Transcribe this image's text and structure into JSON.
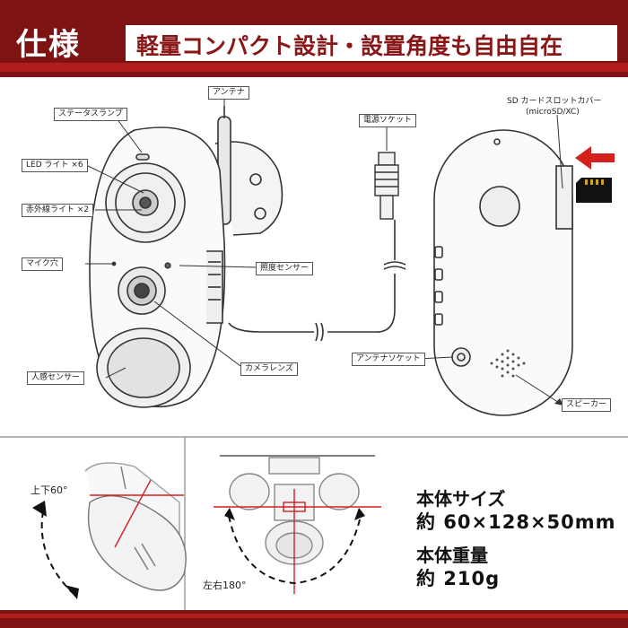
{
  "header": {
    "title": "仕様",
    "subtitle": "軽量コンパクト設計・設置角度も自由自在"
  },
  "labels": {
    "antenna": "アンテナ",
    "status_lamp": "ステータスランプ",
    "led_light": "LED ライト ×6",
    "ir_light": "赤外線ライト ×2",
    "mic_hole": "マイク穴",
    "light_sensor": "照度センサー",
    "camera_lens": "カメラレンズ",
    "motion_sensor": "人感センサー",
    "power_socket": "電源ソケット",
    "sd_cover": "SD カードスロットカバー",
    "sd_cover_sub": "(microSD/XC)",
    "antenna_socket": "アンテナソケット",
    "speaker": "スピーカー"
  },
  "angles": {
    "vertical": "上下60°",
    "horizontal": "左右180°"
  },
  "specs": {
    "size_label": "本体サイズ",
    "size_value": "約 60×128×50mm",
    "weight_label": "本体重量",
    "weight_value": "約 210g"
  },
  "colors": {
    "banner": "#7d1313",
    "accent_red": "#d41f1f",
    "line": "#333333"
  }
}
